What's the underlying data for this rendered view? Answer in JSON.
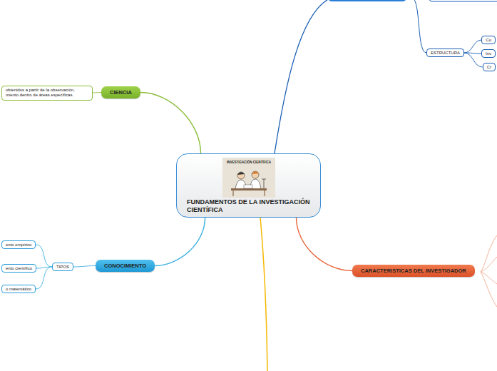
{
  "diagram": {
    "nodes": [
      {
        "text": [
          "FUNDAMENTOS DE LA INVESTIGACIÓN CIENTÍFICA"
        ]
      },
      {
        "text": [
          "CIENCIA"
        ]
      },
      {
        "text": [
          "obtenidos a partir de la observación, miento dentro de áreas específicas."
        ]
      },
      {
        "text": [
          "CONOCIMIENTO"
        ]
      },
      {
        "text": [
          "TIPOS"
        ]
      },
      {
        "text": [
          "ento empírico"
        ]
      },
      {
        "text": [
          "ento científico"
        ]
      },
      {
        "text": [
          "o matemático"
        ]
      },
      {
        "text": [
          "CARACTERISTICAS DEL INVESTIGADOR"
        ]
      },
      {
        "text": [
          "ESTRUCTURA"
        ]
      },
      {
        "text": [
          "Co"
        ]
      },
      {
        "text": [
          "Inv"
        ]
      },
      {
        "text": [
          "Cr"
        ]
      }
    ],
    "edges": [
      {
        "from": 0,
        "to": 1,
        "arrow": "none"
      },
      {
        "from": 1,
        "to": 2,
        "arrow": "none"
      },
      {
        "from": 0,
        "to": 3,
        "arrow": "none"
      },
      {
        "from": 3,
        "to": 4,
        "arrow": "none"
      },
      {
        "from": 4,
        "to": 5,
        "arrow": "none"
      },
      {
        "from": 4,
        "to": 6,
        "arrow": "none"
      },
      {
        "from": 4,
        "to": 7,
        "arrow": "none"
      },
      {
        "from": 0,
        "to": 8,
        "arrow": "none"
      },
      {
        "from": 9,
        "to": 10,
        "arrow": "none"
      },
      {
        "from": 9,
        "to": 11,
        "arrow": "none"
      },
      {
        "from": 9,
        "to": 12,
        "arrow": "none"
      }
    ],
    "labels": [
      "INVESTIGACIÓN CIENTÍFICA"
    ]
  }
}
